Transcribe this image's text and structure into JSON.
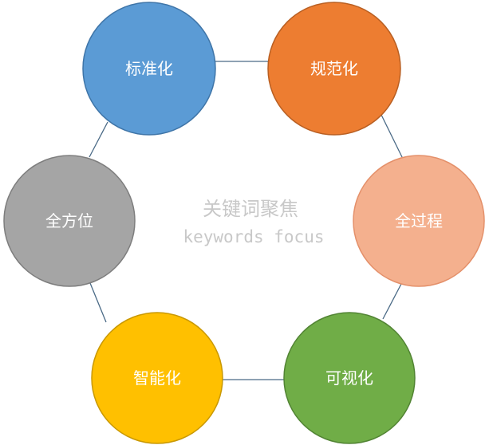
{
  "center": {
    "title": "关键词聚焦",
    "subtitle": "keywords focus"
  },
  "nodes": [
    {
      "id": "standardization",
      "label": "标准化",
      "color": "#5b9bd5",
      "stroke": "#3f75a8"
    },
    {
      "id": "normalization",
      "label": "规范化",
      "color": "#ed7d31",
      "stroke": "#b95f22"
    },
    {
      "id": "whole-process",
      "label": "全过程",
      "color": "#f4b08e",
      "stroke": "#e4906a"
    },
    {
      "id": "visualization",
      "label": "可视化",
      "color": "#70ad47",
      "stroke": "#528434"
    },
    {
      "id": "intelligent",
      "label": "智能化",
      "color": "#ffc000",
      "stroke": "#c99800"
    },
    {
      "id": "all-round",
      "label": "全方位",
      "color": "#a5a5a5",
      "stroke": "#7e7e7e"
    }
  ]
}
